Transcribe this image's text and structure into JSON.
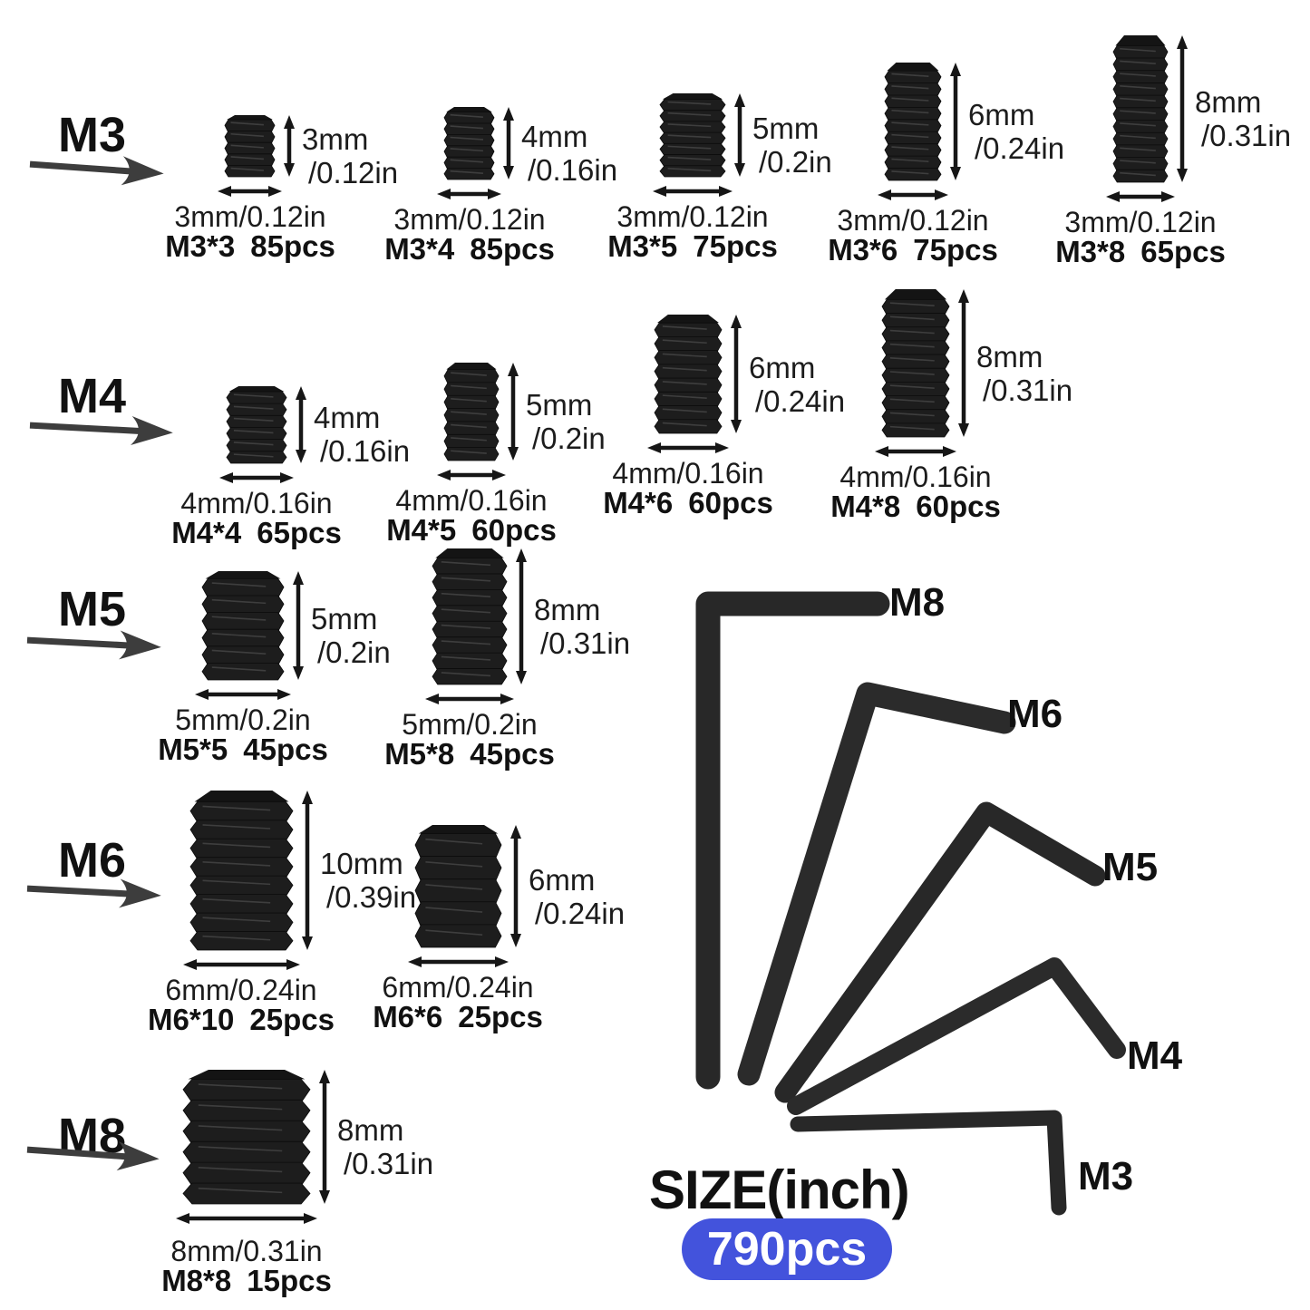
{
  "title_area": {
    "size_title": "SIZE(inch)"
  },
  "badge": {
    "text": "790pcs",
    "bg": "#4353dc",
    "fg": "#ffffff"
  },
  "colors": {
    "text": "#111111",
    "dim_arrow": "#161616",
    "row_arrow": "#3d3d3d",
    "screw": "#1d1d1d",
    "hex_key": "#282828"
  },
  "rows": [
    {
      "label": "M3",
      "screws": [
        {
          "name": "M3*3",
          "pcs": "85pcs",
          "h1": "3mm",
          "h2": "/0.12in",
          "w": "3mm/0.12in"
        },
        {
          "name": "M3*4",
          "pcs": "85pcs",
          "h1": "4mm",
          "h2": "/0.16in",
          "w": "3mm/0.12in"
        },
        {
          "name": "M3*5",
          "pcs": "75pcs",
          "h1": "5mm",
          "h2": "/0.2in",
          "w": "3mm/0.12in"
        },
        {
          "name": "M3*6",
          "pcs": "75pcs",
          "h1": "6mm",
          "h2": "/0.24in",
          "w": "3mm/0.12in"
        },
        {
          "name": "M3*8",
          "pcs": "65pcs",
          "h1": "8mm",
          "h2": "/0.31in",
          "w": "3mm/0.12in"
        }
      ]
    },
    {
      "label": "M4",
      "screws": [
        {
          "name": "M4*4",
          "pcs": "65pcs",
          "h1": "4mm",
          "h2": "/0.16in",
          "w": "4mm/0.16in"
        },
        {
          "name": "M4*5",
          "pcs": "60pcs",
          "h1": "5mm",
          "h2": "/0.2in",
          "w": "4mm/0.16in"
        },
        {
          "name": "M4*6",
          "pcs": "60pcs",
          "h1": "6mm",
          "h2": "/0.24in",
          "w": "4mm/0.16in"
        },
        {
          "name": "M4*8",
          "pcs": "60pcs",
          "h1": "8mm",
          "h2": "/0.31in",
          "w": "4mm/0.16in"
        }
      ]
    },
    {
      "label": "M5",
      "screws": [
        {
          "name": "M5*5",
          "pcs": "45pcs",
          "h1": "5mm",
          "h2": "/0.2in",
          "w": "5mm/0.2in"
        },
        {
          "name": "M5*8",
          "pcs": "45pcs",
          "h1": "8mm",
          "h2": "/0.31in",
          "w": "5mm/0.2in"
        }
      ]
    },
    {
      "label": "M6",
      "screws": [
        {
          "name": "M6*10",
          "pcs": "25pcs",
          "h1": "10mm",
          "h2": "/0.39in",
          "w": "6mm/0.24in"
        },
        {
          "name": "M6*6",
          "pcs": "25pcs",
          "h1": "6mm",
          "h2": "/0.24in",
          "w": "6mm/0.24in"
        }
      ]
    },
    {
      "label": "M8",
      "screws": [
        {
          "name": "M8*8",
          "pcs": "15pcs",
          "h1": "8mm",
          "h2": "/0.31in",
          "w": "8mm/0.31in"
        }
      ]
    }
  ],
  "hex_keys": [
    {
      "label": "M8"
    },
    {
      "label": "M6"
    },
    {
      "label": "M5"
    },
    {
      "label": "M4"
    },
    {
      "label": "M3"
    }
  ]
}
